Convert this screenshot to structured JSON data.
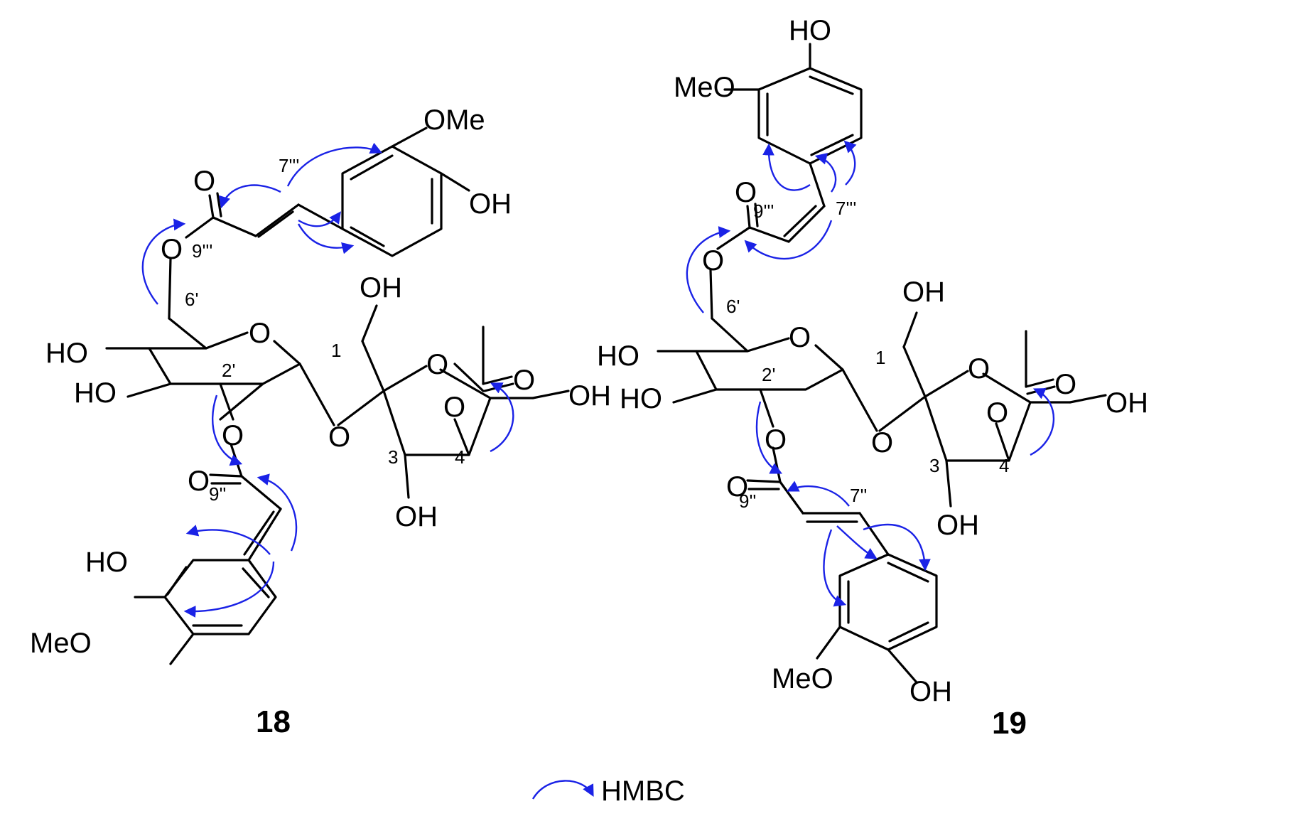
{
  "colors": {
    "bond": "#000000",
    "hmbc_arrow": "#1a22e6",
    "background": "#ffffff"
  },
  "compounds": [
    {
      "id": "18",
      "atoms": {
        "oh_top": "OH",
        "ome_top": "OMe",
        "o_top_carbonyl": "O",
        "o_ester6": "O",
        "oh_ch2": "OH",
        "ring_o": "O",
        "ho_c4": "HO",
        "ho_c3": "HO",
        "o_ester2": "O",
        "o_glyco": "O",
        "o_furan": "O",
        "o_lac_ring": "O",
        "o_lac_carbonyl": "O",
        "oh_c6": "OH",
        "o_bottom_carbonyl": "O",
        "oh_c3f": "OH",
        "ho_bottom": "HO",
        "meo_bottom": "MeO"
      },
      "numbers": {
        "n7t": "7'''",
        "n9t": "9'''",
        "n6p": "6'",
        "n1": "1",
        "n2p": "2'",
        "n3": "3",
        "n4": "4",
        "n9d": "9''"
      }
    },
    {
      "id": "19",
      "atoms": {
        "ho_top": "HO",
        "meo_top": "MeO",
        "o_top_carbonyl": "O",
        "o_ester6": "O",
        "oh_ch2": "OH",
        "ring_o": "O",
        "ho_c4": "HO",
        "ho_c3": "HO",
        "o_ester2": "O",
        "o_glyco": "O",
        "o_furan": "O",
        "o_lac_ring": "O",
        "o_lac_carbonyl": "O",
        "oh_c6": "OH",
        "o_bottom_carbonyl": "O",
        "oh_c3f": "OH",
        "meo_bottom": "MeO",
        "oh_bottom": "OH"
      },
      "numbers": {
        "n9t": "9'''",
        "n7t": "7'''",
        "n6p": "6'",
        "n1": "1",
        "n2p": "2'",
        "n3": "3",
        "n4": "4",
        "n9d": "9''",
        "n7d": "7''"
      }
    }
  ],
  "legend": {
    "label": "HMBC"
  }
}
